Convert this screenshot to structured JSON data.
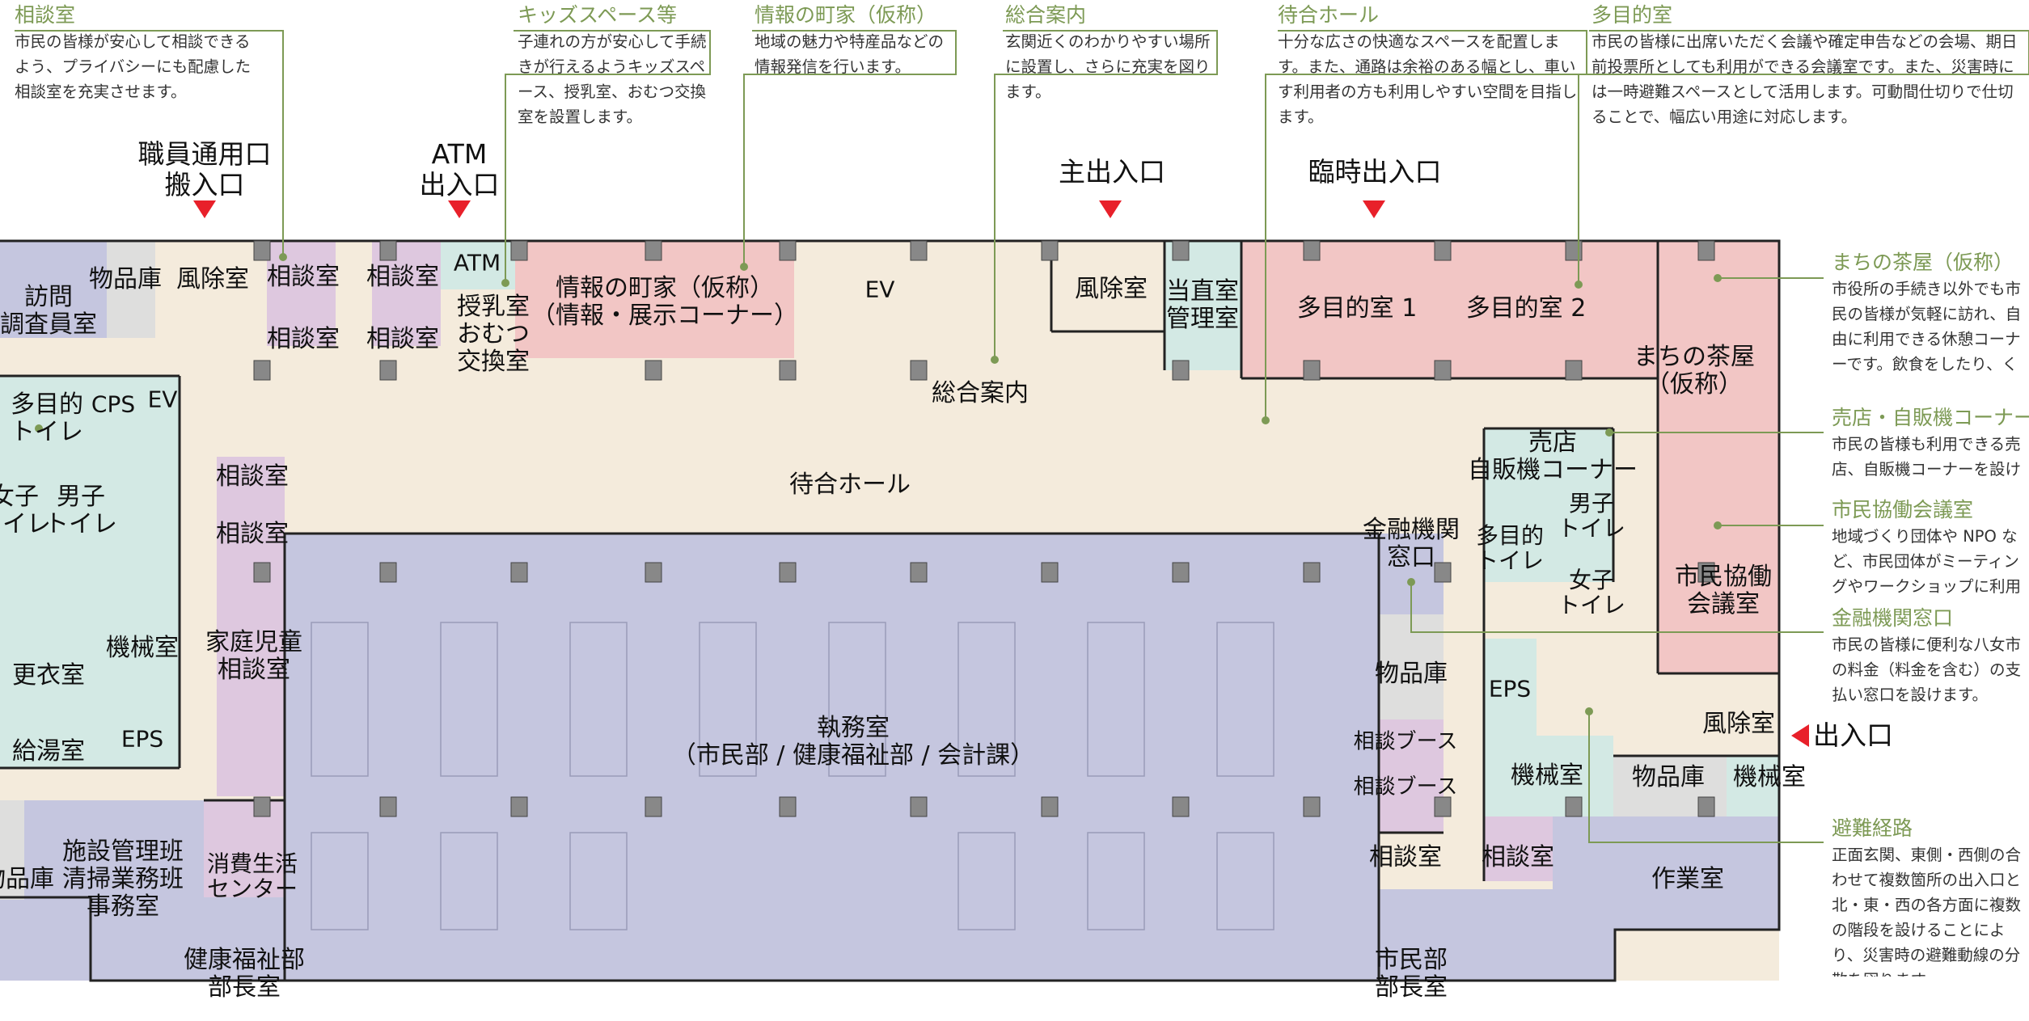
{
  "annotations": {
    "consult": {
      "title": "相談室",
      "body": "市民の皆様が安心して相談できるよう、プライバシーにも配慮した相談室を充実させます。"
    },
    "kids": {
      "title": "キッズスペース等",
      "body": "子連れの方が安心して手続きが行えるようキッズスペース、授乳室、おむつ交換室を設置します。"
    },
    "info": {
      "title": "情報の町家（仮称）",
      "body": "地域の魅力や特産品などの情報発信を行います。"
    },
    "general": {
      "title": "総合案内",
      "body": "玄関近くのわかりやすい場所に設置し、さらに充実を図ります。"
    },
    "waiting": {
      "title": "待合ホール",
      "body": "十分な広さの快適なスペースを配置します。また、通路は余裕のある幅とし、車いす利用者の方も利用しやすい空間を目指します。"
    },
    "multi": {
      "title": "多目的室",
      "body": "市民の皆様に出席いただく会議や確定申告などの会場、期日前投票所としても利用ができる会議室です。また、災害時には一時避難スペースとして活用します。可動間仕切りで仕切ることで、幅広い用途に対応します。"
    },
    "teahouse": {
      "title": "まちの茶屋（仮称）",
      "body": "市役所の手続き以外でも市民の皆様が気軽に訪れ、自由に利用できる休憩コーナーです。飲食をしたり、くつろげる場とします。"
    },
    "shop": {
      "title": "売店・自販機コーナー",
      "body": "市民の皆様も利用できる売店、自販機コーナーを設けます。"
    },
    "kyodo": {
      "title": "市民協働会議室",
      "body": "地域づくり団体や NPO など、市民団体がミーティングやワークショップに利用できる会議室です。"
    },
    "bank": {
      "title": "金融機関窓口",
      "body": "市民の皆様に便利な八女市の料金（料金を含む）の支払い窓口を設けます。"
    },
    "evacuation": {
      "title": "避難経路",
      "body": "正面玄関、東側・西側の合わせて複数箇所の出入口と北・東・西の各方面に複数の階段を設けることにより、災害時の避難動線の分散を図ります。"
    }
  },
  "entrances": {
    "staff": "職員通用口\n搬入口",
    "atm": "ATM\n出入口",
    "main": "主出入口",
    "temp": "臨時出入口",
    "east": "出入口"
  },
  "rooms": {
    "houmon": "訪問\n調査員室",
    "busshiko_nw": "物品庫",
    "fujo_nw": "風除室",
    "sodan_a1": "相談室",
    "sodan_a2": "相談室",
    "sodan_b1": "相談室",
    "sodan_b2": "相談室",
    "atm": "ATM",
    "junyu": "授乳室\nおむつ\n交換室",
    "info_machiya": "情報の町家（仮称）\n（情報・展示コーナー）",
    "ev_main": "EV",
    "fujo_main": "風除室",
    "tochoku": "当直室\n管理室",
    "tamokuteki1": "多目的室 1",
    "tamokuteki2": "多目的室 2",
    "chaya": "まちの茶屋\n（仮称）",
    "sogo_annai": "総合案内",
    "machiai": "待合ホール",
    "tamokuteki_toilet_w": "多目的\nトイレ",
    "cps": "CPS",
    "ev_w": "EV",
    "joshi_toilet_w": "女子\nトイレ",
    "danshi_toilet_w": "男子\nトイレ",
    "sodan_c1": "相談室",
    "sodan_c2": "相談室",
    "kikai_w": "機械室",
    "kotei": "家庭児童\n相談室",
    "kouishitsu": "更衣室",
    "kyuto": "給湯室",
    "eps_w": "EPS",
    "shitsumu": "執務室\n（市民部 / 健康福祉部 / 会計課）",
    "busshiko_sw": "物品庫",
    "shisetsu": "施設管理班\n清掃業務班\n事務室",
    "shohi": "消費生活\nセンター",
    "kenko_bucho": "健康福祉部\n部長室",
    "baiten": "売店\n自販機コーナー",
    "kinyu": "金融機関\n窓口",
    "tamokuteki_toilet_e": "多目的\nトイレ",
    "danshi_toilet_e": "男子\nトイレ",
    "joshi_toilet_e": "女子\nトイレ",
    "kyodo": "市民協働\n会議室",
    "busshiko_e": "物品庫",
    "eps_e": "EPS",
    "fujo_e": "風除室",
    "sodan_booth1": "相談ブース",
    "sodan_booth2": "相談ブース",
    "kikai_e": "機械室",
    "busshiko_e2": "物品庫",
    "kikai_e2": "機械室",
    "sodan_e1": "相談室",
    "sodan_e2": "相談室",
    "sagyo": "作業室",
    "shimin_bucho": "市民部\n部長室"
  },
  "colors": {
    "office": "#c5c6df",
    "corridor": "#f4ebdc",
    "consult": "#dec8df",
    "public": "#f2c6c5",
    "service": "#d3e9e4",
    "storage": "#dededd",
    "annotation": "#7d9a55",
    "entrance": "#e8202a",
    "wall": "#222222",
    "column": "#888888"
  }
}
